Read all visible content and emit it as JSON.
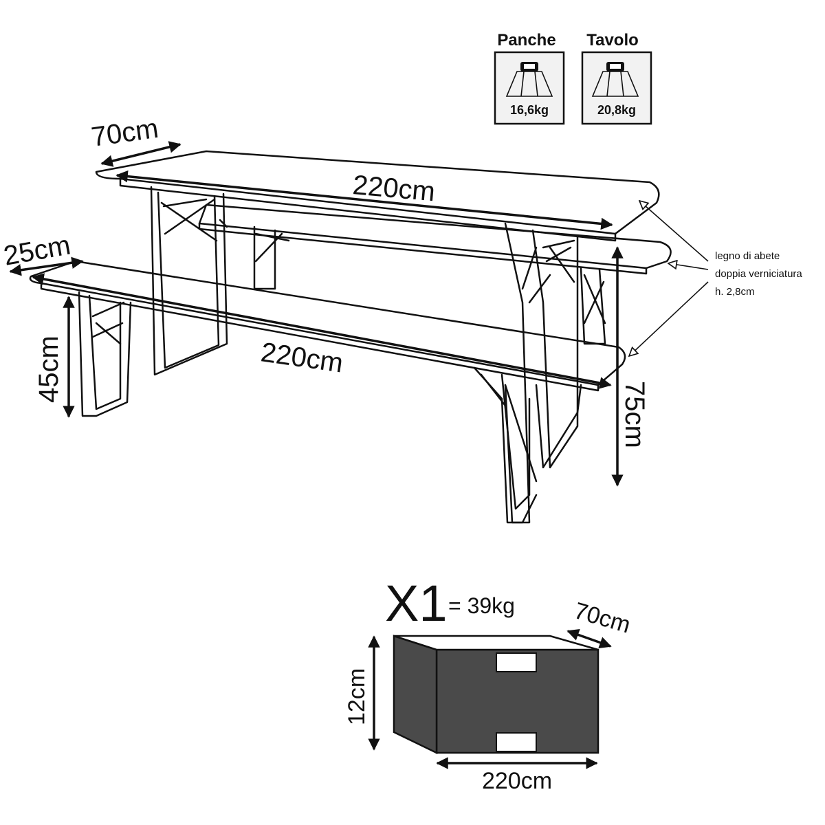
{
  "weights": {
    "benches": {
      "title": "Panche",
      "value": "16,6kg"
    },
    "table": {
      "title": "Tavolo",
      "value": "20,8kg"
    }
  },
  "dimensions": {
    "table_width": "70cm",
    "table_length": "220cm",
    "bench_width": "25cm",
    "bench_length": "220cm",
    "bench_height": "45cm",
    "table_height": "75cm"
  },
  "material_note": {
    "line1": "legno di abete",
    "line2": "doppia verniciatura",
    "line3": "h. 2,8cm"
  },
  "package": {
    "quantity": "X1",
    "weight": "= 39kg",
    "depth": "70cm",
    "height": "12cm",
    "length": "220cm",
    "box_color": "#4a4a4a"
  }
}
